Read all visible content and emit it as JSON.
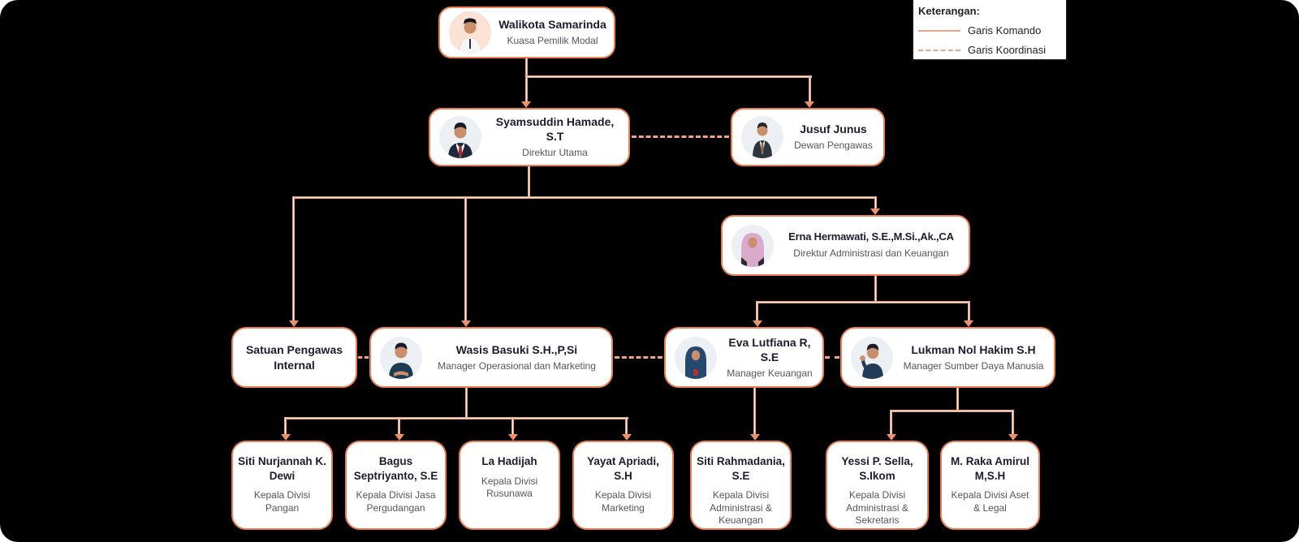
{
  "colors": {
    "background": "#000000",
    "box_bg": "#FFFFFF",
    "box_border": "#EB8055",
    "line": "#F2A287",
    "name_text": "#1C1C2E",
    "role_text": "#54555E"
  },
  "legend": {
    "title": "Keterangan:",
    "items": [
      {
        "label": "Garis Komando",
        "line_style": "solid"
      },
      {
        "label": "Garis Koordinasi",
        "line_style": "dashed"
      }
    ]
  },
  "nodes": [
    {
      "id": "walikota",
      "name": "Walikota Samarinda",
      "title": "Kuasa Pemilik Modal",
      "photo": "man-in-white-official-uniform-with-peci"
    },
    {
      "id": "dirut",
      "name": "Syamsuddin Hamade, S.T",
      "title": "Direktur Utama",
      "photo": "man-in-navy-suit-red-tie"
    },
    {
      "id": "dewan-pengawas",
      "name": "Jusuf Junus",
      "title": "Dewan Pengawas",
      "photo": "man-in-dark-suit"
    },
    {
      "id": "dir-adm-keu",
      "name": "Erna Hermawati, S.E.,M.Si.,Ak.,CA",
      "title": "Direktur Administrasi dan Keuangan",
      "photo": "woman-in-pink-hijab"
    },
    {
      "id": "spi",
      "name": "Satuan Pengawas Internal",
      "title": "",
      "photo": ""
    },
    {
      "id": "mgr-ops",
      "name": "Wasis Basuki S.H.,P,Si",
      "title": "Manager Operasional dan Marketing",
      "photo": "man-in-dark-blue-shirt"
    },
    {
      "id": "mgr-keu",
      "name": "Eva Lutfiana R, S.E",
      "title": "Manager Keuangan",
      "photo": "woman-in-navy-hijab"
    },
    {
      "id": "mgr-sdm",
      "name": "Lukman Nol Hakim S.H",
      "title": "Manager Sumber Daya Manusia",
      "photo": "man-in-navy-shirt-waving"
    },
    {
      "id": "div-pangan",
      "name": "Siti Nurjannah K. Dewi",
      "title": "Kepala Divisi Pangan",
      "photo": ""
    },
    {
      "id": "div-jasa-pergudangan",
      "name": "Bagus Septriyanto, S.E",
      "title": "Kepala Divisi Jasa Pergudangan",
      "photo": ""
    },
    {
      "id": "div-rusunawa",
      "name": "La Hadijah",
      "title": "Kepala Divisi Rusunawa",
      "photo": ""
    },
    {
      "id": "div-marketing",
      "name": "Yayat Apriadi, S.H",
      "title": "Kepala Divisi Marketing",
      "photo": ""
    },
    {
      "id": "div-adm-keu",
      "name": "Siti Rahmadania, S.E",
      "title": "Kepala Divisi Administrasi & Keuangan",
      "photo": ""
    },
    {
      "id": "div-adm-sekretaris",
      "name": "Yessi P. Sella, S.Ikom",
      "title": "Kepala Divisi Administrasi & Sekretaris",
      "photo": ""
    },
    {
      "id": "div-aset-legal",
      "name": "M. Raka Amirul M,S.H",
      "title": "Kepala Divisi Aset & Legal",
      "photo": ""
    }
  ],
  "edges": {
    "komando": [
      [
        "walikota",
        "dirut"
      ],
      [
        "walikota",
        "dewan-pengawas"
      ],
      [
        "dirut",
        "spi"
      ],
      [
        "dirut",
        "mgr-ops"
      ],
      [
        "dirut",
        "dir-adm-keu"
      ],
      [
        "dir-adm-keu",
        "mgr-keu"
      ],
      [
        "dir-adm-keu",
        "mgr-sdm"
      ],
      [
        "mgr-ops",
        "div-pangan"
      ],
      [
        "mgr-ops",
        "div-jasa-pergudangan"
      ],
      [
        "mgr-ops",
        "div-rusunawa"
      ],
      [
        "mgr-ops",
        "div-marketing"
      ],
      [
        "mgr-keu",
        "div-adm-keu"
      ],
      [
        "mgr-sdm",
        "div-adm-sekretaris"
      ],
      [
        "mgr-sdm",
        "div-aset-legal"
      ]
    ],
    "koordinasi": [
      [
        "dirut",
        "dewan-pengawas"
      ],
      [
        "spi",
        "mgr-ops"
      ],
      [
        "mgr-ops",
        "mgr-keu"
      ],
      [
        "mgr-keu",
        "mgr-sdm"
      ]
    ]
  }
}
